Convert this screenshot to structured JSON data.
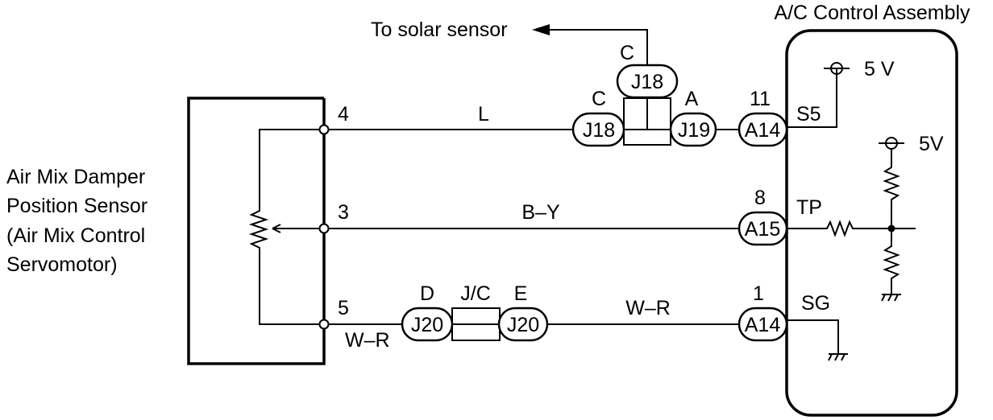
{
  "sensor": {
    "label_lines": [
      "Air Mix Damper",
      "Position Sensor",
      "(Air Mix Control",
      "Servomotor)"
    ],
    "pins": {
      "top": "4",
      "mid": "3",
      "bot": "5"
    }
  },
  "wires": {
    "top_color": "L",
    "mid_color": "B–Y",
    "bot_color_left": "W–R",
    "bot_color_right": "W–R"
  },
  "solar": {
    "label": "To solar sensor"
  },
  "junction_top": {
    "up_terminal": "C",
    "up_connector": "J18",
    "left_terminal": "C",
    "left_connector": "J18",
    "right_terminal": "A",
    "right_connector": "J19"
  },
  "junction_bottom": {
    "label": "J/C",
    "left_terminal": "D",
    "left_connector": "J20",
    "right_terminal": "E",
    "right_connector": "J20"
  },
  "ecu": {
    "title": "A/C Control Assembly",
    "conn_top": {
      "pin": "11",
      "connector": "A14",
      "signal": "S5",
      "voltage": "5 V"
    },
    "conn_mid": {
      "pin": "8",
      "connector": "A15",
      "signal": "TP",
      "voltage": "5V"
    },
    "conn_bot": {
      "pin": "1",
      "connector": "A14",
      "signal": "SG"
    }
  }
}
